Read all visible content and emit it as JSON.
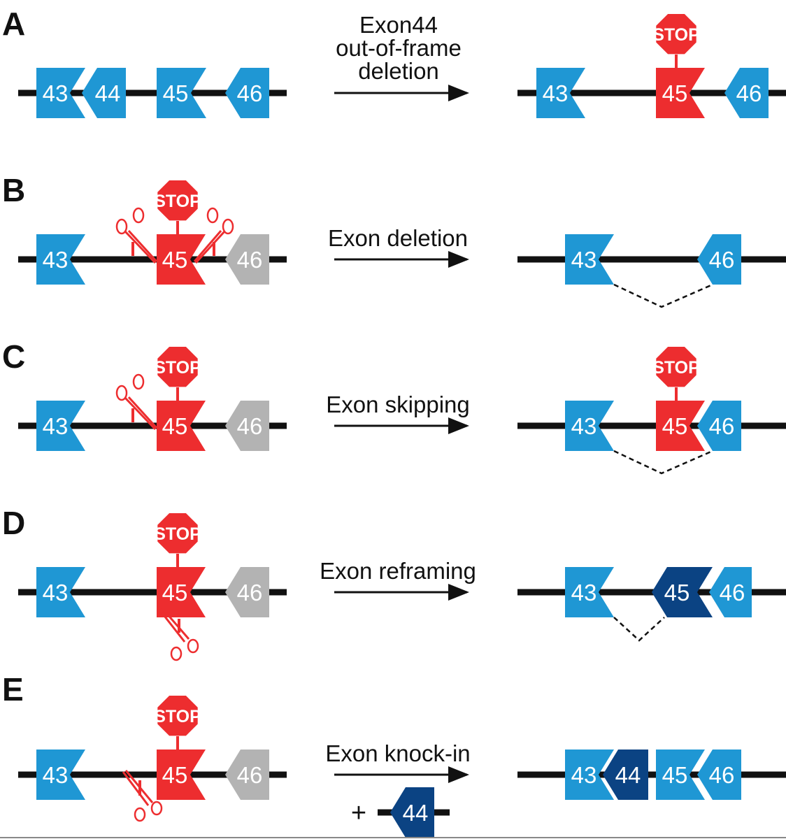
{
  "colors": {
    "exon_blue": "#1f97d4",
    "exon_red": "#ed2d2f",
    "exon_gray": "#b3b3b3",
    "exon_dark": "#0b4383",
    "line": "#111111"
  },
  "stop_label": "STOP",
  "plus_sign": "+",
  "panels": [
    {
      "letter": "A",
      "label_lines": [
        "Exon44",
        "out-of-frame",
        "deletion"
      ],
      "before": [
        {
          "label": "43",
          "color": "blue"
        },
        {
          "label": "44",
          "color": "blue"
        },
        {
          "label": "45",
          "color": "blue"
        },
        {
          "label": "46",
          "color": "blue"
        }
      ],
      "after": [
        {
          "label": "43",
          "color": "blue"
        },
        {
          "label": "45",
          "color": "red",
          "stop": true
        },
        {
          "label": "46",
          "color": "blue"
        }
      ]
    },
    {
      "letter": "B",
      "label_lines": [
        "Exon deletion"
      ],
      "before": [
        {
          "label": "43",
          "color": "blue"
        },
        {
          "label": "45",
          "color": "red",
          "stop": true,
          "cut": "both sides"
        },
        {
          "label": "46",
          "color": "gray"
        }
      ],
      "after": [
        {
          "label": "43",
          "color": "blue"
        },
        {
          "label": "46",
          "color": "blue"
        }
      ]
    },
    {
      "letter": "C",
      "label_lines": [
        "Exon skipping"
      ],
      "before": [
        {
          "label": "43",
          "color": "blue"
        },
        {
          "label": "45",
          "color": "red",
          "stop": true,
          "cut": "left"
        },
        {
          "label": "46",
          "color": "gray"
        }
      ],
      "after": [
        {
          "label": "43",
          "color": "blue"
        },
        {
          "label": "45",
          "color": "red",
          "stop": true
        },
        {
          "label": "46",
          "color": "blue"
        }
      ]
    },
    {
      "letter": "D",
      "label_lines": [
        "Exon reframing"
      ],
      "before": [
        {
          "label": "43",
          "color": "blue"
        },
        {
          "label": "45",
          "color": "red",
          "stop": true,
          "cut": "inside"
        },
        {
          "label": "46",
          "color": "gray"
        }
      ],
      "after": [
        {
          "label": "43",
          "color": "blue"
        },
        {
          "label": "45",
          "color": "dark"
        },
        {
          "label": "46",
          "color": "blue"
        }
      ]
    },
    {
      "letter": "E",
      "label_lines": [
        "Exon knock-in"
      ],
      "before": [
        {
          "label": "43",
          "color": "blue"
        },
        {
          "label": "45",
          "color": "red",
          "stop": true,
          "cut": "left"
        },
        {
          "label": "46",
          "color": "gray"
        }
      ],
      "after": [
        {
          "label": "43",
          "color": "blue"
        },
        {
          "label": "44",
          "color": "dark"
        },
        {
          "label": "45",
          "color": "blue"
        },
        {
          "label": "46",
          "color": "blue"
        }
      ],
      "donor": {
        "label": "44",
        "color": "dark"
      }
    }
  ]
}
